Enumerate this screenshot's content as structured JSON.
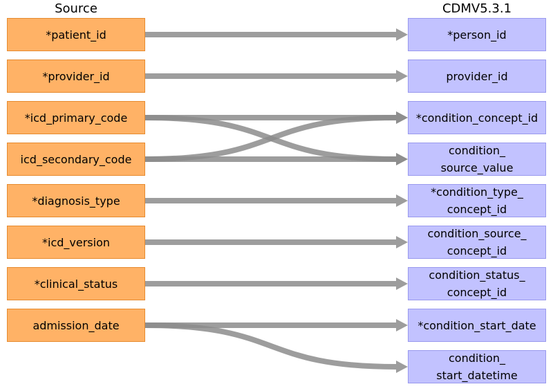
{
  "headers": {
    "source": "Source",
    "target": "CDMV5.3.1"
  },
  "source_fields": [
    "*patient_id",
    "*provider_id",
    "*icd_primary_code",
    "icd_secondary_code",
    "*diagnosis_type",
    "*icd_version",
    "*clinical_status",
    "admission_date"
  ],
  "target_fields": [
    "*person_id",
    "provider_id",
    "*condition_concept_id",
    "condition_\nsource_value",
    "*condition_type_\nconcept_id",
    "condition_source_\nconcept_id",
    "condition_status_\nconcept_id",
    "*condition_start_date",
    "condition_\nstart_datetime"
  ],
  "mappings": [
    {
      "from": 0,
      "to": 0
    },
    {
      "from": 1,
      "to": 1
    },
    {
      "from": 2,
      "to": 2
    },
    {
      "from": 2,
      "to": 3
    },
    {
      "from": 3,
      "to": 2
    },
    {
      "from": 3,
      "to": 3
    },
    {
      "from": 4,
      "to": 4
    },
    {
      "from": 5,
      "to": 5
    },
    {
      "from": 6,
      "to": 6
    },
    {
      "from": 7,
      "to": 7
    },
    {
      "from": 7,
      "to": 8
    }
  ],
  "colors": {
    "source_fill": "#ffb266",
    "source_border": "#e68a2e",
    "target_fill": "#c2c2ff",
    "target_border": "#9999ee",
    "arrow": "#8c8c8c"
  }
}
